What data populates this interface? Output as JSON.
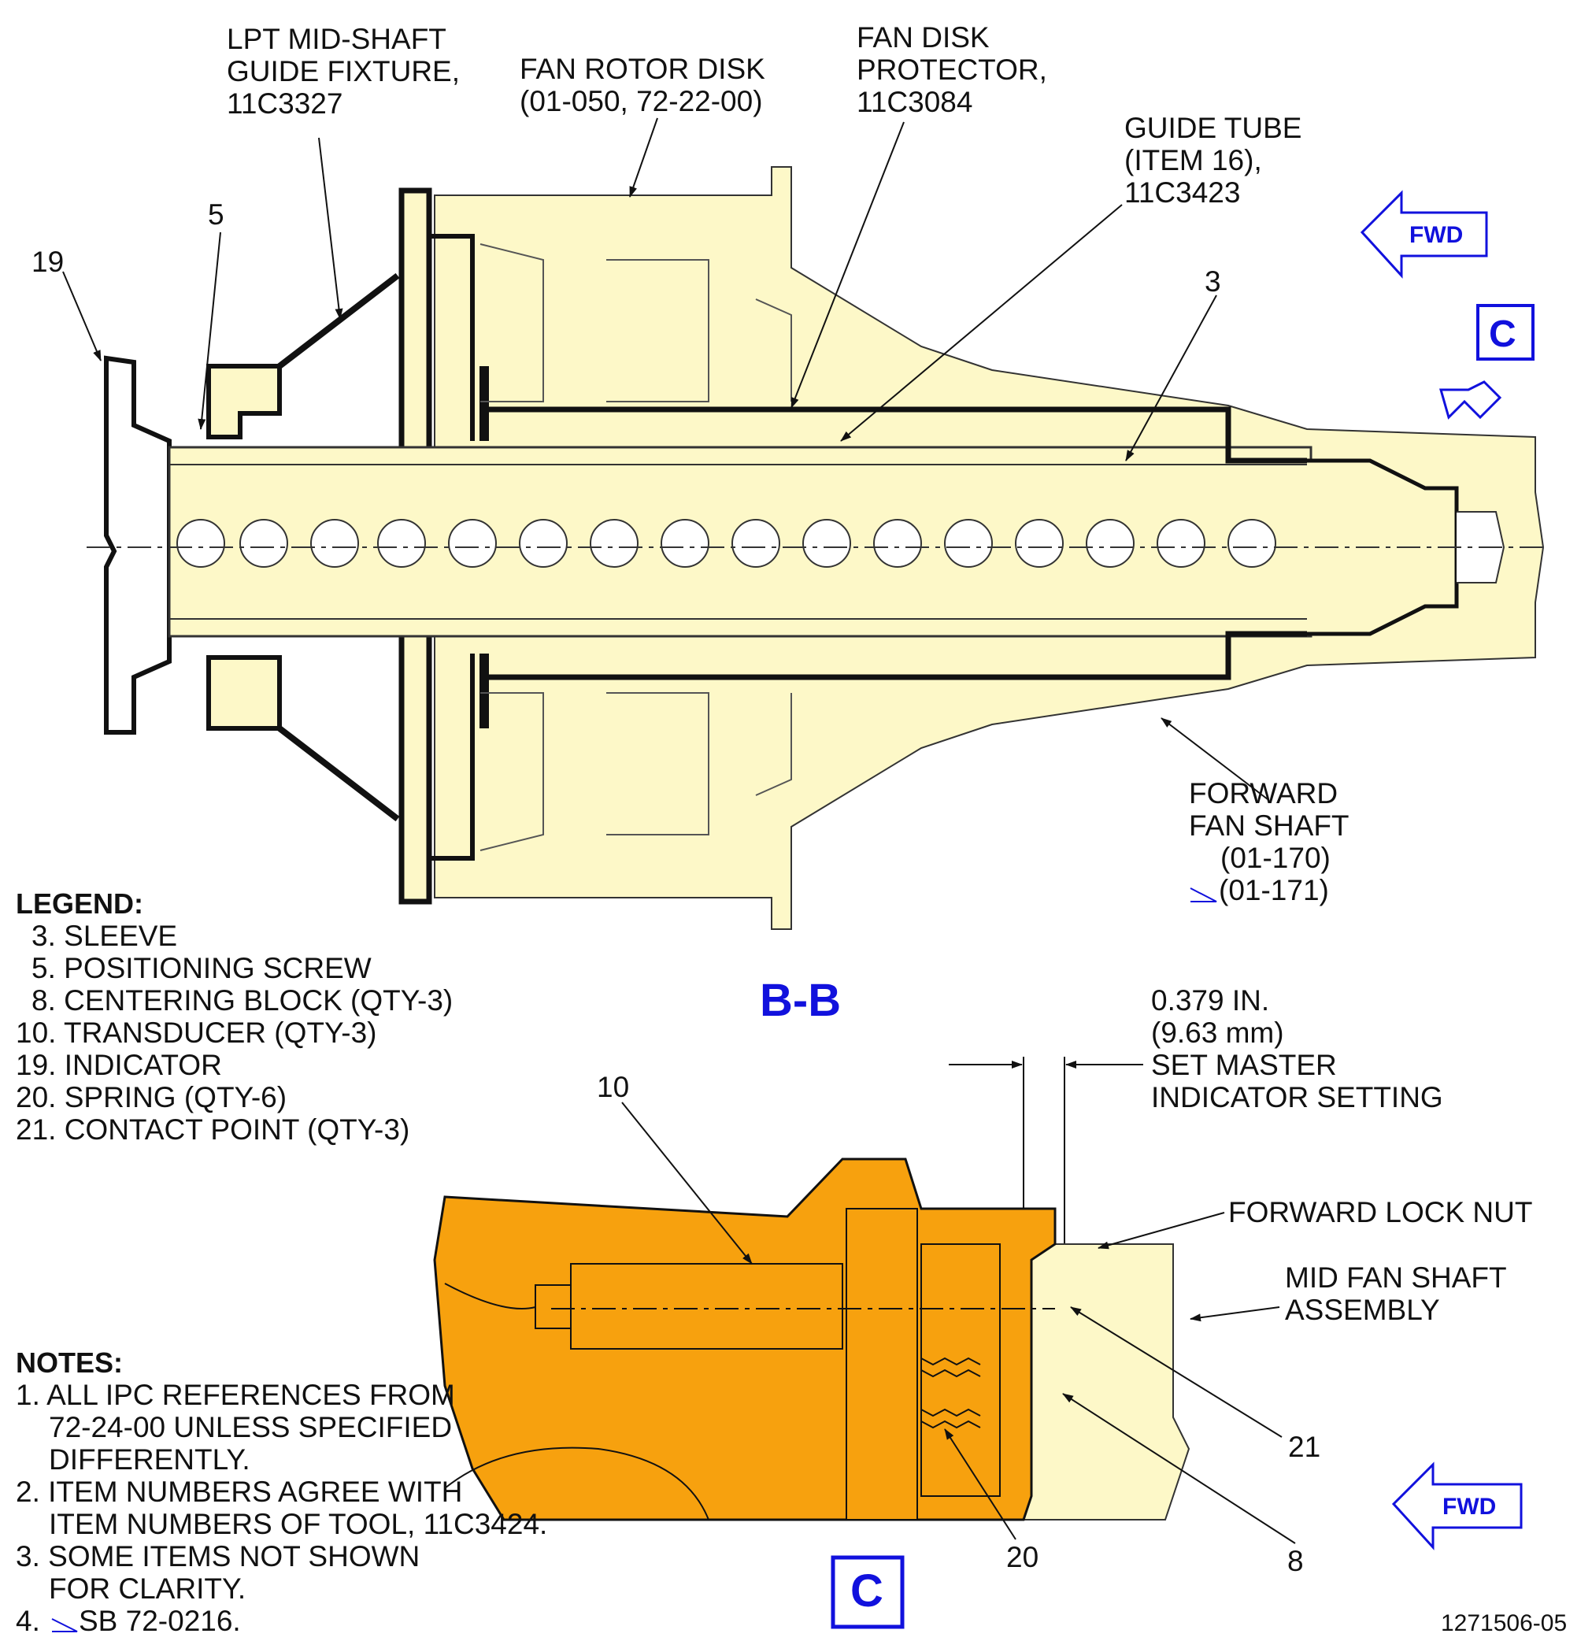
{
  "callouts": {
    "lpt_fixture": [
      "LPT MID-SHAFT",
      "GUIDE FIXTURE,",
      "11C3327"
    ],
    "fan_rotor_disk": [
      "FAN ROTOR DISK",
      "(01-050, 72-22-00)"
    ],
    "fan_disk_protector": [
      "FAN DISK",
      "PROTECTOR,",
      "11C3084"
    ],
    "guide_tube": [
      "GUIDE TUBE",
      "(ITEM 16),",
      "11C3423"
    ],
    "forward_fan_shaft": [
      "FORWARD",
      "FAN SHAFT",
      "(01-170)",
      "(01-171)"
    ],
    "dimension": [
      "0.379 IN.",
      "(9.63 mm)",
      "SET MASTER",
      "INDICATOR SETTING"
    ],
    "forward_lock_nut": "FORWARD LOCK NUT",
    "mid_fan_shaft": [
      "MID FAN SHAFT",
      "ASSEMBLY"
    ]
  },
  "item_numbers": {
    "n19": "19",
    "n5": "5",
    "n3": "3",
    "n10": "10",
    "n21": "21",
    "n20": "20",
    "n8": "8"
  },
  "fwd_label": "FWD",
  "view_c": "C",
  "section_label": "B-B",
  "legend": {
    "title": "LEGEND:",
    "items": [
      "3. SLEEVE",
      "5. POSITIONING SCREW",
      "8. CENTERING BLOCK (QTY-3)",
      "10. TRANSDUCER (QTY-3)",
      "19. INDICATOR",
      "20. SPRING (QTY-6)",
      "21. CONTACT POINT (QTY-3)"
    ]
  },
  "notes": {
    "title": "NOTES:",
    "lines": [
      "1. ALL IPC REFERENCES FROM",
      "72-24-00 UNLESS SPECIFIED",
      "DIFFERENTLY.",
      "2. ITEM NUMBERS AGREE WITH",
      "ITEM NUMBERS OF TOOL, 11C3424.",
      "3. SOME ITEMS NOT SHOWN",
      "FOR CLARITY.",
      "4.",
      "SB 72-0216."
    ]
  },
  "figure_id": "1271506-05",
  "colors": {
    "part_fill": "#fdf8c8",
    "detail_fill": "#f7a10e",
    "accent_blue": "#1111dd"
  }
}
